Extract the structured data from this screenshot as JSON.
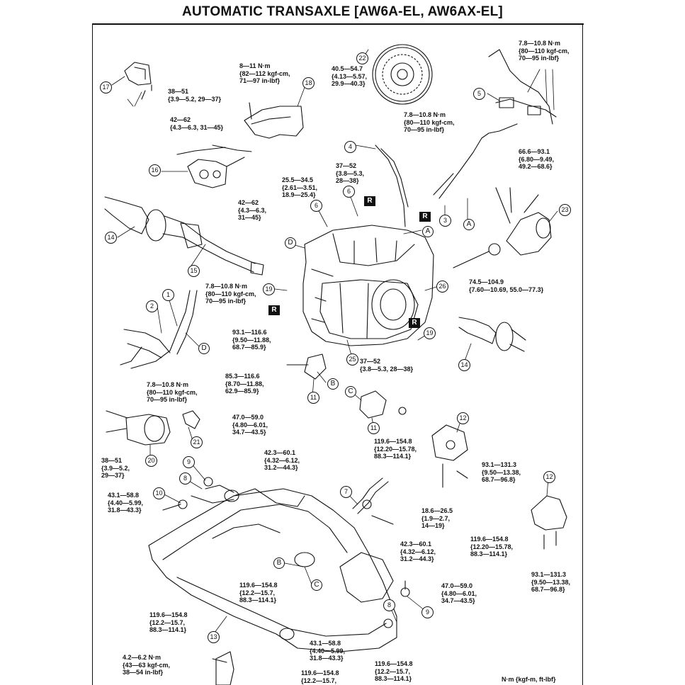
{
  "title": "AUTOMATIC TRANSAXLE [AW6A-EL, AW6AX-EL]",
  "units_note": "N·m {kgf-m, ft-lbf}",
  "specs": [
    {
      "id": "s1",
      "text": "38—51\n{3.9—5.2, 29—37}"
    },
    {
      "id": "s2",
      "text": "8—11 N·m\n{82—112 kgf-cm,\n71—97 in-lbf}"
    },
    {
      "id": "s3",
      "text": "40.5—54.7\n{4.13—5.57,\n29.9—40.3}"
    },
    {
      "id": "s4",
      "text": "7.8—10.8 N·m\n{80—110 kgf-cm,\n70—95 in-lbf}"
    },
    {
      "id": "s5",
      "text": "42—62\n{4.3—6.3, 31—45}"
    },
    {
      "id": "s6",
      "text": "7.8—10.8 N·m\n{80—110 kgf-cm,\n70—95 in-lbf}"
    },
    {
      "id": "s7",
      "text": "66.6—93.1\n{6.80—9.49,\n49.2—68.6}"
    },
    {
      "id": "s8",
      "text": "37—52\n{3.8—5.3,\n28—38}"
    },
    {
      "id": "s9",
      "text": "25.5—34.5\n{2.61—3.51,\n18.9—25.4}"
    },
    {
      "id": "s10",
      "text": "42—62\n{4.3—6.3,\n31—45}"
    },
    {
      "id": "s11",
      "text": "74.5—104.9\n{7.60—10.69, 55.0—77.3}"
    },
    {
      "id": "s12",
      "text": "7.8—10.8 N·m\n{80—110 kgf-cm,\n70—95 in-lbf}"
    },
    {
      "id": "s13",
      "text": "93.1—116.6\n{9.50—11.88,\n68.7—85.9}"
    },
    {
      "id": "s14",
      "text": "37—52\n{3.8—5.3, 28—38}"
    },
    {
      "id": "s15",
      "text": "85.3—116.6\n{8.70—11.88,\n62.9—85.9}"
    },
    {
      "id": "s16",
      "text": "7.8—10.8 N·m\n{80—110 kgf-cm,\n70—95 in-lbf}"
    },
    {
      "id": "s17",
      "text": "47.0—59.0\n{4.80—6.01,\n34.7—43.5}"
    },
    {
      "id": "s18",
      "text": "119.6—154.8\n{12.20—15.78,\n88.3—114.1}"
    },
    {
      "id": "s19",
      "text": "38—51\n{3.9—5.2,\n29—37}"
    },
    {
      "id": "s20",
      "text": "42.3—60.1\n{4.32—6.12,\n31.2—44.3}"
    },
    {
      "id": "s21",
      "text": "93.1—131.3\n{9.50—13.38,\n68.7—96.8}"
    },
    {
      "id": "s22",
      "text": "43.1—58.8\n{4.40—5.99,\n31.8—43.3}"
    },
    {
      "id": "s23",
      "text": "18.6—26.5\n{1.9—2.7,\n14—19}"
    },
    {
      "id": "s24",
      "text": "119.6—154.8\n{12.20—15.78,\n88.3—114.1}"
    },
    {
      "id": "s25",
      "text": "42.3—60.1\n{4.32—6.12,\n31.2—44.3}"
    },
    {
      "id": "s26",
      "text": "119.6—154.8\n{12.2—15.7,\n88.3—114.1}"
    },
    {
      "id": "s27",
      "text": "47.0—59.0\n{4.80—6.01,\n34.7—43.5}"
    },
    {
      "id": "s28",
      "text": "93.1—131.3\n{9.50—13.38,\n68.7—96.8}"
    },
    {
      "id": "s29",
      "text": "119.6—154.8\n{12.2—15.7,\n88.3—114.1}"
    },
    {
      "id": "s30",
      "text": "4.2—6.2 N·m\n{43—63 kgf-cm,\n38—54 in-lbf}"
    },
    {
      "id": "s31",
      "text": "43.1—58.8\n{4.40—5.99,\n31.8—43.3}"
    },
    {
      "id": "s32",
      "text": "119.6—154.8\n{12.2—15.7,\n88.3—114.1}"
    },
    {
      "id": "s33",
      "text": "119.6—154.8\n{12.2—15.7,"
    }
  ],
  "callouts": [
    "17",
    "18",
    "22",
    "5",
    "16",
    "4",
    "6",
    "6",
    "14",
    "15",
    "3",
    "23",
    "1",
    "2",
    "19",
    "26",
    "20",
    "21",
    "11",
    "11",
    "12",
    "12",
    "9",
    "9",
    "8",
    "8",
    "10",
    "7",
    "13",
    "25",
    "14",
    "19"
  ],
  "letters": [
    "A",
    "A",
    "D",
    "D",
    "B",
    "B",
    "C",
    "C"
  ],
  "r_marks": [
    "R",
    "R",
    "R",
    "R"
  ]
}
